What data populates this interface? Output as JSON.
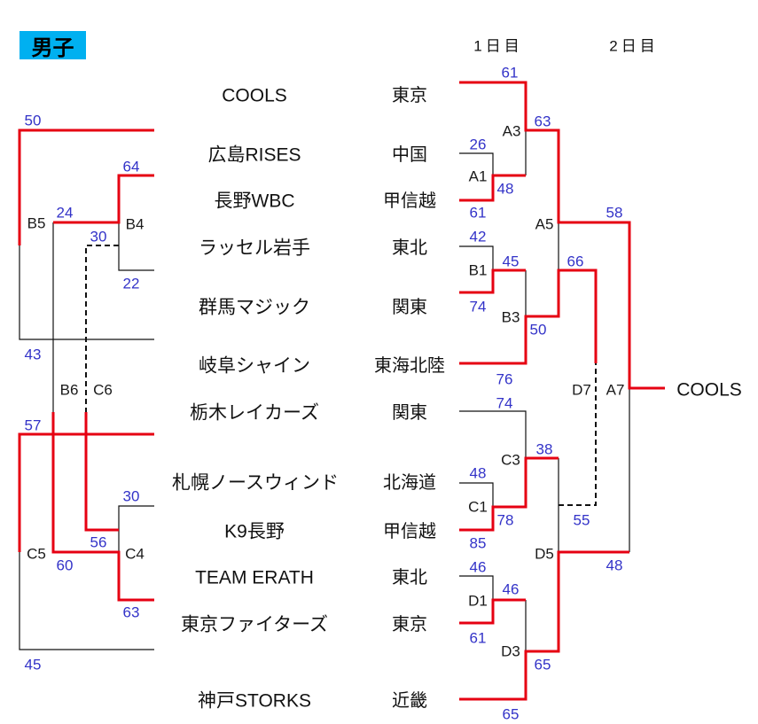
{
  "section_label": "男子",
  "day_headers": [
    "1日目",
    "2日目"
  ],
  "champion": "COOLS",
  "teams": [
    {
      "name": "COOLS",
      "region": "東京"
    },
    {
      "name": "広島RISES",
      "region": "中国"
    },
    {
      "name": "長野WBC",
      "region": "甲信越"
    },
    {
      "name": "ラッセル岩手",
      "region": "東北"
    },
    {
      "name": "群馬マジック",
      "region": "関東"
    },
    {
      "name": "岐阜シャイン",
      "region": "東海北陸"
    },
    {
      "name": "栃木レイカーズ",
      "region": "関東"
    },
    {
      "name": "札幌ノースウィンド",
      "region": "北海道"
    },
    {
      "name": "K9長野",
      "region": "甲信越"
    },
    {
      "name": "TEAM ERATH",
      "region": "東北"
    },
    {
      "name": "東京ファイターズ",
      "region": "東京"
    },
    {
      "name": "神戸STORKS",
      "region": "近畿"
    }
  ],
  "matches": {
    "A1": {
      "label": "A1",
      "top": "26",
      "bottom": "61"
    },
    "A3": {
      "label": "A3",
      "top": "61",
      "bottom": "48"
    },
    "A5": {
      "label": "A5",
      "top": "63",
      "bottom": "50"
    },
    "A7": {
      "label": "A7",
      "top": "58",
      "bottom": "48"
    },
    "B1": {
      "label": "B1",
      "top": "42",
      "bottom": "74"
    },
    "B3": {
      "label": "B3",
      "top": "45",
      "bottom": "76"
    },
    "C1": {
      "label": "C1",
      "top": "48",
      "bottom": "85"
    },
    "C3": {
      "label": "C3",
      "top": "74",
      "bottom": "78"
    },
    "D1": {
      "label": "D1",
      "top": "46",
      "bottom": "61"
    },
    "D3": {
      "label": "D3",
      "top": "46",
      "bottom": "65"
    },
    "D5": {
      "label": "D5",
      "top": "38",
      "bottom": "65"
    },
    "D7": {
      "label": "D7",
      "top": "66",
      "bottom": "55"
    },
    "B4": {
      "label": "B4",
      "top": "64",
      "bottom": "22"
    },
    "B5": {
      "label": "B5",
      "top": "50",
      "bottom": "43"
    },
    "B6": {
      "label": "B6",
      "top": "24",
      "bottom": "60"
    },
    "C4": {
      "label": "C4",
      "top": "30",
      "bottom": "63"
    },
    "C5": {
      "label": "C5",
      "top": "57",
      "bottom": "45"
    },
    "C6": {
      "label": "C6",
      "top": "30",
      "bottom": "56"
    }
  },
  "colors": {
    "winner_line": "#e60012",
    "score_text": "#3333c8",
    "section_label_bg": "#00b0f0"
  }
}
